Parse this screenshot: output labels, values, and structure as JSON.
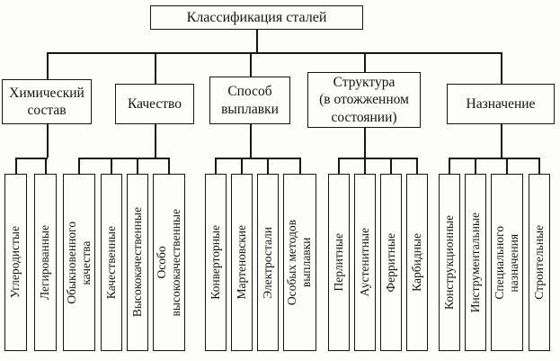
{
  "title": "Классификация сталей",
  "groups": [
    {
      "label": "Химический\nсостав",
      "children": [
        "Углеродистые",
        "Легированные"
      ]
    },
    {
      "label": "Качество",
      "children": [
        "Обыкновенного\nкачества",
        "Качественные",
        "Высококачественные",
        "Особо\nвысококачественные"
      ]
    },
    {
      "label": "Способ\nвыплавки",
      "children": [
        "Конверторные",
        "Мартеновские",
        "Электростали",
        "Особых методов\nвыплавки"
      ]
    },
    {
      "label": "Структура\n(в отожженном\nсостоянии)",
      "children": [
        "Перлитные",
        "Аустенитные",
        "Ферритные",
        "Карбидные"
      ]
    },
    {
      "label": "Назначение",
      "children": [
        "Конструкционные",
        "Инструментальные",
        "Специального\nназначения",
        "Строительные"
      ]
    }
  ],
  "colors": {
    "line": "#161616",
    "background": "#fdfdfa"
  }
}
